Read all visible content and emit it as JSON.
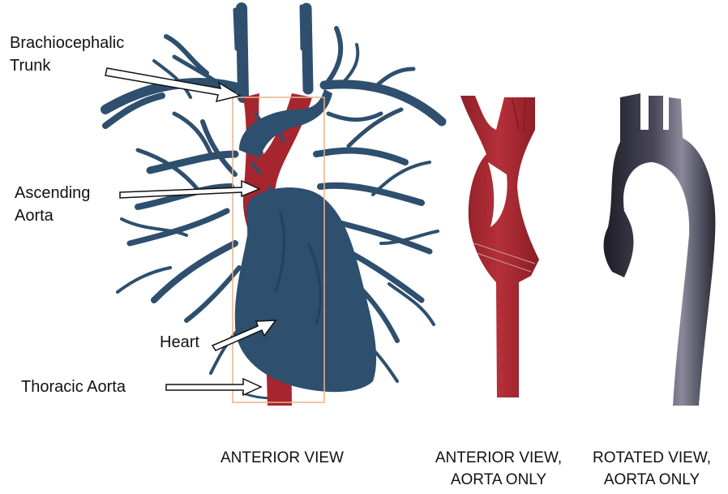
{
  "labels": {
    "brachiocephalic": [
      "Brachiocephalic",
      "Trunk"
    ],
    "ascending": [
      "Ascending",
      "Aorta"
    ],
    "heart": "Heart",
    "thoracic": "Thoracic Aorta"
  },
  "captions": {
    "anterior": "ANTERIOR VIEW",
    "anterior_aorta": [
      "ANTERIOR VIEW,",
      "AORTA ONLY"
    ],
    "rotated_aorta": [
      "ROTATED VIEW,",
      "AORTA ONLY"
    ]
  },
  "colors": {
    "vessels": "#2e4f6e",
    "aorta_red": "#a6262f",
    "aorta_dark": "#2e2d3a",
    "box": "#e8b48a"
  }
}
